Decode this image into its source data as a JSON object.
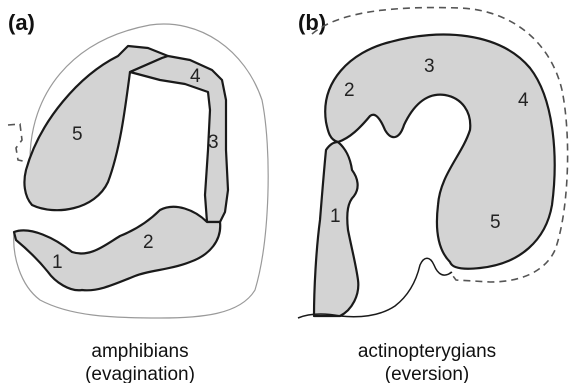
{
  "panels": [
    {
      "letter": "(a)",
      "regions": [
        "1",
        "2",
        "3",
        "4",
        "5"
      ],
      "caption_line1": "amphibians",
      "caption_line2": "(evagination)"
    },
    {
      "letter": "(b)",
      "regions": [
        "1",
        "2",
        "3",
        "4",
        "5"
      ],
      "caption_line1": "actinopterygians",
      "caption_line2": "(eversion)"
    }
  ],
  "colors": {
    "tissue_fill": "#d3d3d3",
    "tissue_stroke": "#1a1a1a",
    "outline": "#9a9a9a"
  }
}
